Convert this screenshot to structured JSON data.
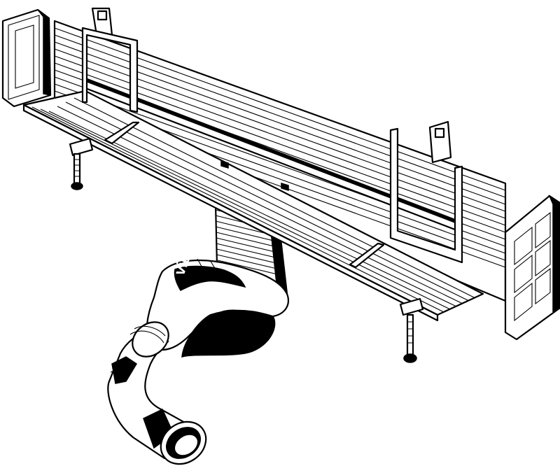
{
  "drawing": {
    "brand_text": "viega",
    "ink_color": "#000000",
    "paper_color": "#ffffff",
    "parts": [
      "drain-channel",
      "end-cap-left",
      "end-cap-right",
      "height-adjustable-foot-left",
      "height-adjustable-foot-right",
      "mounting-bracket-left",
      "mounting-bracket-right",
      "outlet-body",
      "drain-elbow-pipe"
    ]
  }
}
